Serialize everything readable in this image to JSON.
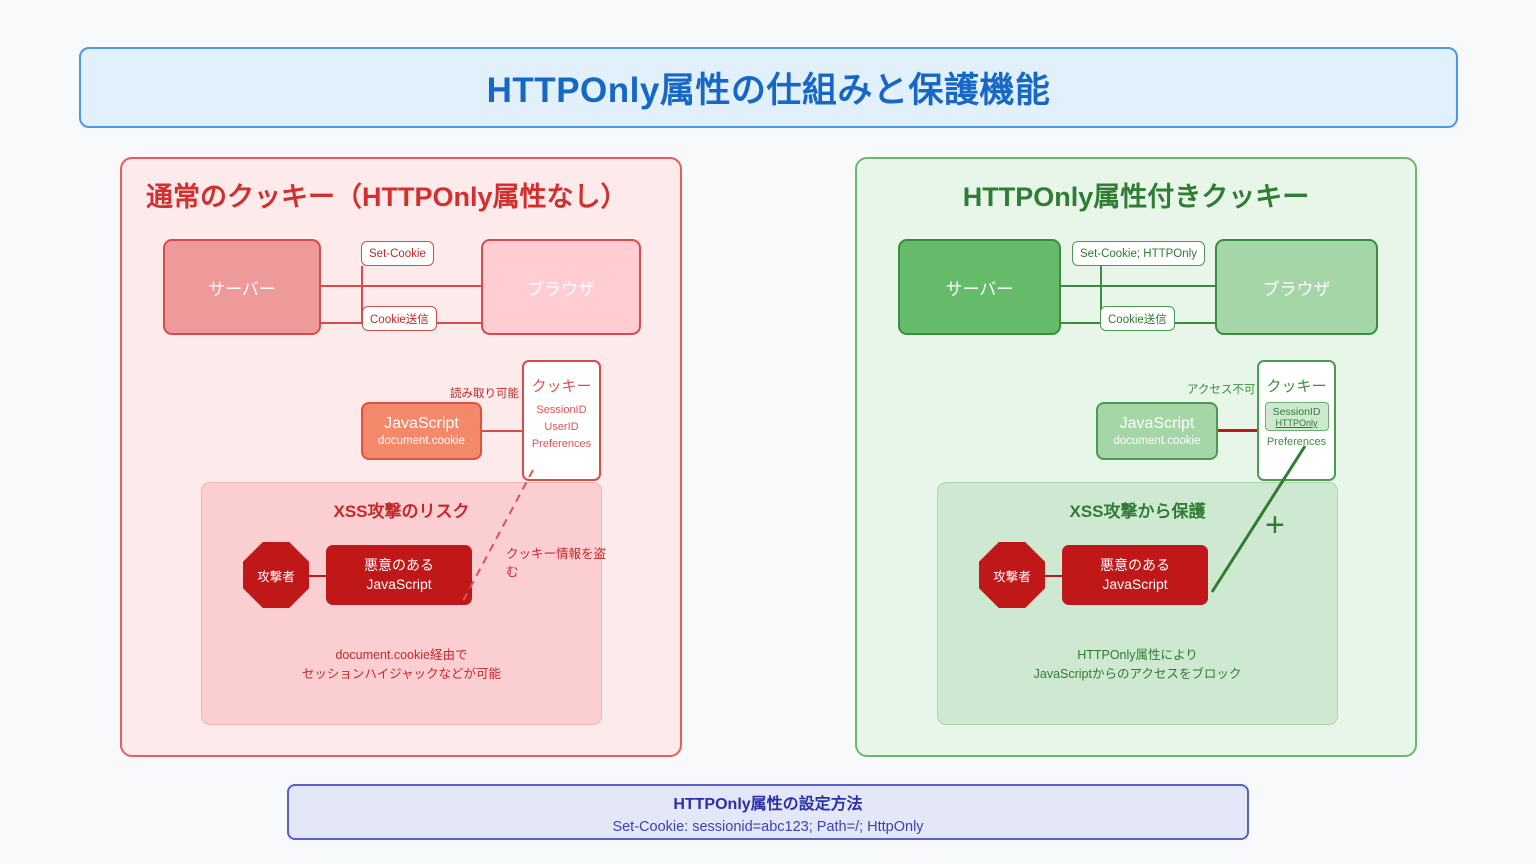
{
  "page": {
    "title": "HTTPOnly属性の仕組みと保護機能",
    "background_color": "#f7f9fb"
  },
  "colors": {
    "title_bg": "#e1f0fb",
    "title_border": "#4a9ae8",
    "title_text": "#1668c4",
    "left_panel_bg": "#fdeaea",
    "left_panel_border": "#e85c5c",
    "left_accent": "#d32f2f",
    "right_panel_bg": "#e8f5e9",
    "right_panel_border": "#66bb6a",
    "right_accent": "#2e7d32",
    "danger": "#c01818",
    "footer_bg": "#e4e7f7",
    "footer_border": "#5560c8",
    "footer_text": "#2b2fa8"
  },
  "left_panel": {
    "title": "通常のクッキー（HTTPOnly属性なし）",
    "server_label": "サーバー",
    "browser_label": "ブラウザ",
    "wire_top_chip": "Set-Cookie",
    "wire_bottom_chip": "Cookie送信",
    "js_box": {
      "line1": "JavaScript",
      "line2": "document.cookie"
    },
    "access_label": "読み取り可能",
    "cookie_box": {
      "title": "クッキー",
      "items": [
        "SessionID",
        "UserID",
        "Preferences"
      ]
    },
    "steal_label": "クッキー情報を盗む",
    "sub_panel": {
      "title": "XSS攻撃のリスク",
      "attacker_label": "攻撃者",
      "malicious_line1": "悪意のある",
      "malicious_line2": "JavaScript",
      "note_line1": "document.cookie経由で",
      "note_line2": "セッションハイジャックなどが可能"
    }
  },
  "right_panel": {
    "title": "HTTPOnly属性付きクッキー",
    "server_label": "サーバー",
    "browser_label": "ブラウザ",
    "wire_top_chip": "Set-Cookie; HTTPOnly",
    "wire_bottom_chip": "Cookie送信",
    "js_box": {
      "line1": "JavaScript",
      "line2": "document.cookie"
    },
    "access_label": "アクセス不可",
    "cookie_box": {
      "title": "クッキー",
      "badge_line1": "SessionID",
      "badge_line2": "HTTPOnly",
      "items": [
        "Preferences"
      ]
    },
    "plus_mark": "+",
    "sub_panel": {
      "title": "XSS攻撃から保護",
      "attacker_label": "攻撃者",
      "malicious_line1": "悪意のある",
      "malicious_line2": "JavaScript",
      "note_line1": "HTTPOnly属性により",
      "note_line2": "JavaScriptからのアクセスをブロック"
    }
  },
  "footer": {
    "title": "HTTPOnly属性の設定方法",
    "code": "Set-Cookie: sessionid=abc123; Path=/; HttpOnly"
  }
}
